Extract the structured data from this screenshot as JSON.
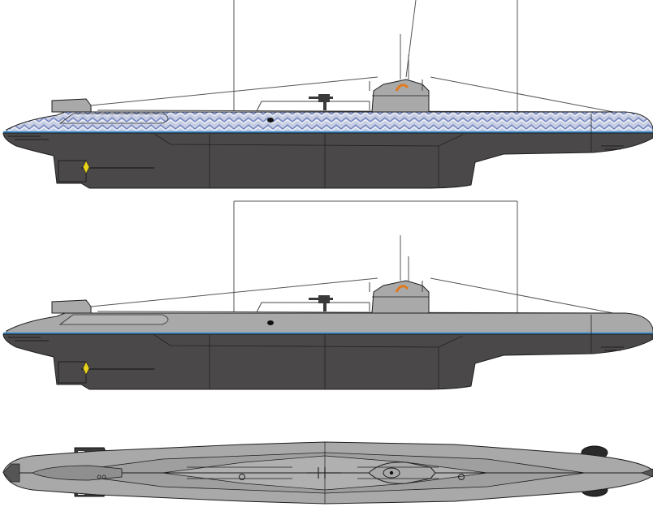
{
  "colors": {
    "background": "#ffffff",
    "hull_upper": "#a9a9a9",
    "hull_lower": "#4a4848",
    "waterline": "#3a8fd1",
    "outline": "#1e1e1e",
    "wave_pattern": "#7d8fc7",
    "wave_light": "#e8ecf6",
    "insignia": "#e07a1f",
    "rigging": "#555555",
    "propeller": "#e8d21c"
  },
  "views": [
    {
      "name": "side-view-camouflage"
    },
    {
      "name": "side-view-plain"
    },
    {
      "name": "top-view"
    }
  ]
}
